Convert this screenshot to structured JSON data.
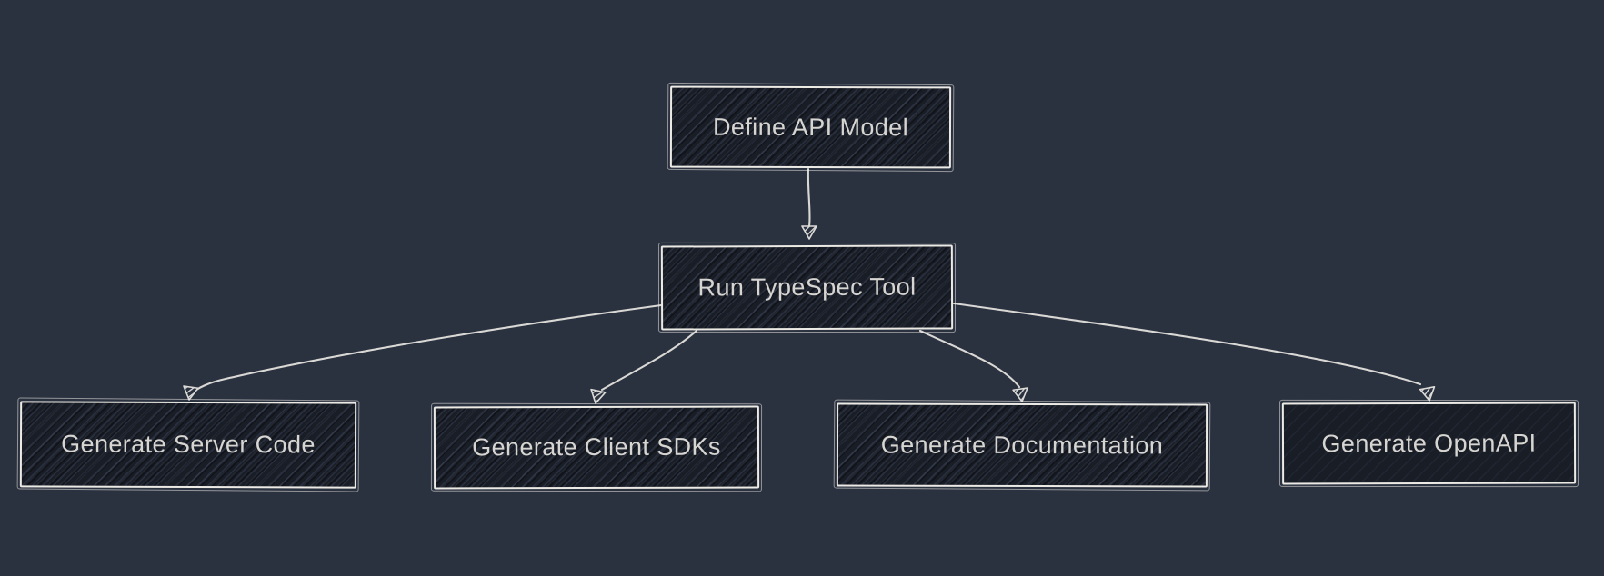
{
  "diagram": {
    "type": "flowchart",
    "style": "hand-drawn-sketch",
    "colors": {
      "background": "#2a313f",
      "node_fill": "#191d26",
      "node_hatch": "#3a4254",
      "node_stroke": "#eceae5",
      "edge_stroke": "#d9d8d5",
      "text": "#d6d5d2"
    },
    "nodes": {
      "define": {
        "label": "Define API Model"
      },
      "run": {
        "label": "Run TypeSpec Tool"
      },
      "server": {
        "label": "Generate Server Code"
      },
      "sdks": {
        "label": "Generate Client SDKs"
      },
      "docs": {
        "label": "Generate Documentation"
      },
      "openapi": {
        "label": "Generate OpenAPI"
      }
    },
    "edges": [
      {
        "from": "define",
        "to": "run"
      },
      {
        "from": "run",
        "to": "server"
      },
      {
        "from": "run",
        "to": "sdks"
      },
      {
        "from": "run",
        "to": "docs"
      },
      {
        "from": "run",
        "to": "openapi"
      }
    ]
  }
}
